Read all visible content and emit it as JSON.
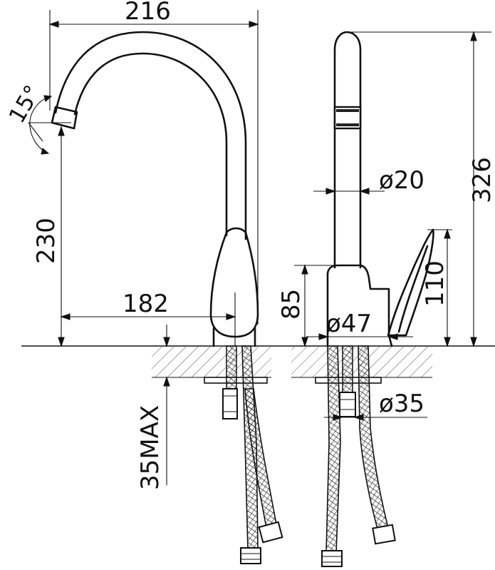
{
  "dimensions": {
    "overall_reach": "216",
    "spout_angle": "15°",
    "spout_height": "230",
    "body_reach": "182",
    "max_counter_thickness": "35MAX",
    "spout_diameter": "ø20",
    "overall_height": "326",
    "body_height": "85",
    "base_diameter": "ø47",
    "handle_height": "110",
    "mount_hole_diameter": "ø35"
  }
}
